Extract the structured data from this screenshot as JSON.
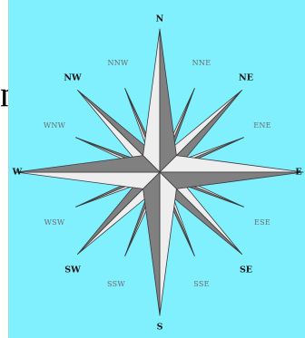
{
  "fragment_text": "n",
  "colors": {
    "background": "#80f0ff",
    "light": "#eeeeee",
    "dark": "#808080",
    "outline": "#3a3a3a",
    "main_label": "#111111",
    "minor_label": "#6a6a6a"
  },
  "compass": {
    "labels": {
      "N": "N",
      "NNE": "NNE",
      "NE": "NE",
      "ENE": "ENE",
      "E": "E",
      "ESE": "ESE",
      "SE": "SE",
      "SSE": "SSE",
      "S": "S",
      "SSW": "SSW",
      "SW": "SW",
      "WSW": "WSW",
      "W": "W",
      "WNW": "WNW",
      "NW": "NW",
      "NNW": "NNW"
    }
  }
}
